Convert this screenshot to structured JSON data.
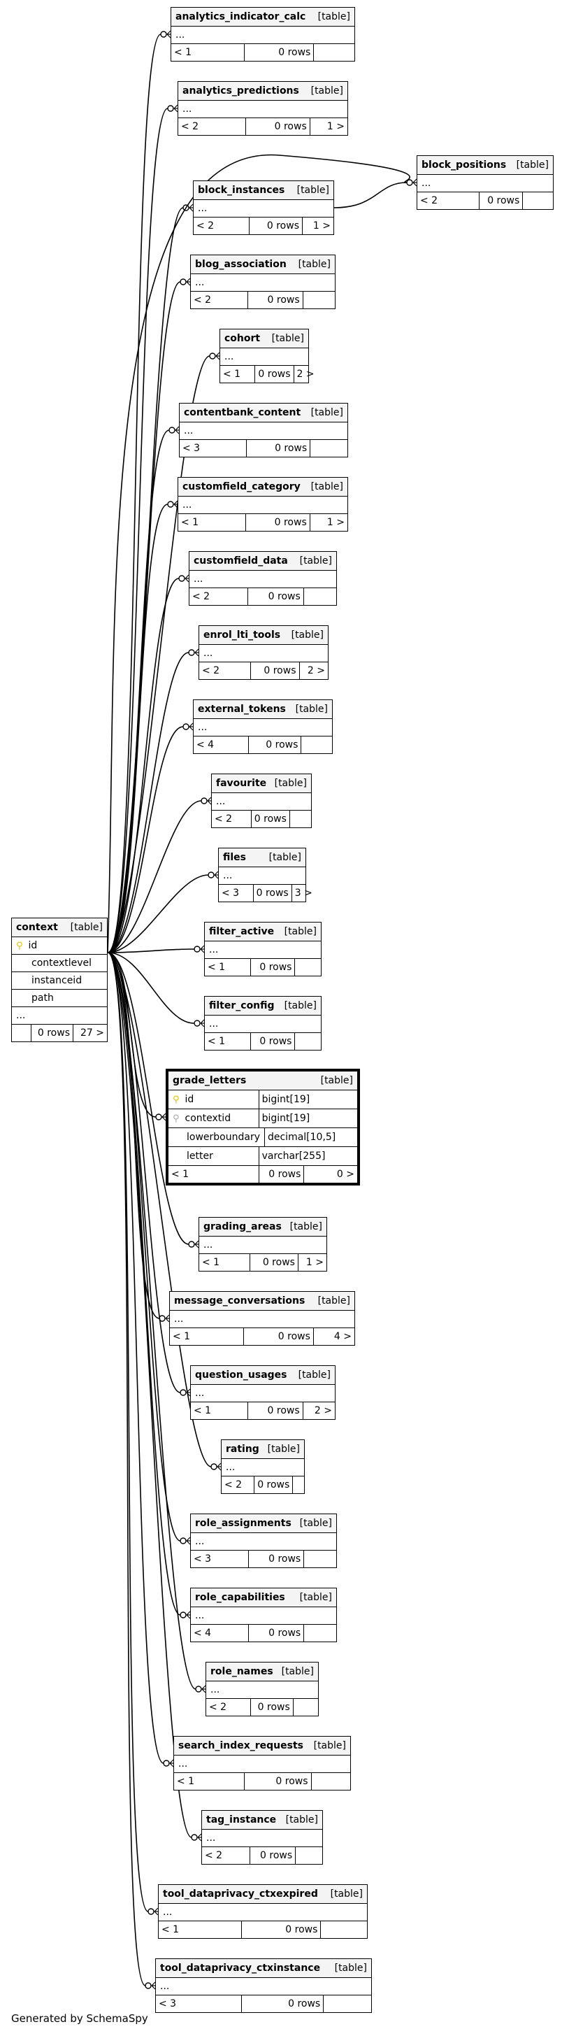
{
  "diagram": {
    "generated_by": "Generated by SchemaSpy",
    "context": {
      "name": "context",
      "type": "[table]",
      "columns": [
        "id",
        "contextlevel",
        "instanceid",
        "path"
      ],
      "ellipsis": "...",
      "footer": [
        "",
        "0 rows",
        "27 >"
      ]
    },
    "grade_letters": {
      "name": "grade_letters",
      "type": "[table]",
      "columns": [
        {
          "name": "id",
          "type": "bigint[19]"
        },
        {
          "name": "contextid",
          "type": "bigint[19]"
        },
        {
          "name": "lowerboundary",
          "type": "decimal[10,5]"
        },
        {
          "name": "letter",
          "type": "varchar[255]"
        }
      ],
      "footer": [
        "< 1",
        "0 rows",
        "0 >"
      ]
    },
    "block_positions": {
      "name": "block_positions",
      "type": "[table]",
      "ellipsis": "...",
      "footer": [
        "< 2",
        "0 rows",
        ""
      ]
    },
    "tables": [
      {
        "name": "analytics_indicator_calc",
        "type": "[table]",
        "ellipsis": "...",
        "footer": [
          "< 1",
          "0 rows",
          ""
        ]
      },
      {
        "name": "analytics_predictions",
        "type": "[table]",
        "ellipsis": "...",
        "footer": [
          "< 2",
          "0 rows",
          "1 >"
        ]
      },
      {
        "name": "block_instances",
        "type": "[table]",
        "ellipsis": "...",
        "footer": [
          "< 2",
          "0 rows",
          "1 >"
        ]
      },
      {
        "name": "blog_association",
        "type": "[table]",
        "ellipsis": "...",
        "footer": [
          "< 2",
          "0 rows",
          ""
        ]
      },
      {
        "name": "cohort",
        "type": "[table]",
        "ellipsis": "...",
        "footer": [
          "< 1",
          "0 rows",
          "2 >"
        ]
      },
      {
        "name": "contentbank_content",
        "type": "[table]",
        "ellipsis": "...",
        "footer": [
          "< 3",
          "0 rows",
          ""
        ]
      },
      {
        "name": "customfield_category",
        "type": "[table]",
        "ellipsis": "...",
        "footer": [
          "< 1",
          "0 rows",
          "1 >"
        ]
      },
      {
        "name": "customfield_data",
        "type": "[table]",
        "ellipsis": "...",
        "footer": [
          "< 2",
          "0 rows",
          ""
        ]
      },
      {
        "name": "enrol_lti_tools",
        "type": "[table]",
        "ellipsis": "...",
        "footer": [
          "< 2",
          "0 rows",
          "2 >"
        ]
      },
      {
        "name": "external_tokens",
        "type": "[table]",
        "ellipsis": "...",
        "footer": [
          "< 4",
          "0 rows",
          ""
        ]
      },
      {
        "name": "favourite",
        "type": "[table]",
        "ellipsis": "...",
        "footer": [
          "< 2",
          "0 rows",
          ""
        ]
      },
      {
        "name": "files",
        "type": "[table]",
        "ellipsis": "...",
        "footer": [
          "< 3",
          "0 rows",
          "3 >"
        ]
      },
      {
        "name": "filter_active",
        "type": "[table]",
        "ellipsis": "...",
        "footer": [
          "< 1",
          "0 rows",
          ""
        ]
      },
      {
        "name": "filter_config",
        "type": "[table]",
        "ellipsis": "...",
        "footer": [
          "< 1",
          "0 rows",
          ""
        ]
      },
      {
        "name": "grading_areas",
        "type": "[table]",
        "ellipsis": "...",
        "footer": [
          "< 1",
          "0 rows",
          "1 >"
        ]
      },
      {
        "name": "message_conversations",
        "type": "[table]",
        "ellipsis": "...",
        "footer": [
          "< 1",
          "0 rows",
          "4 >"
        ]
      },
      {
        "name": "question_usages",
        "type": "[table]",
        "ellipsis": "...",
        "footer": [
          "< 1",
          "0 rows",
          "2 >"
        ]
      },
      {
        "name": "rating",
        "type": "[table]",
        "ellipsis": "...",
        "footer": [
          "< 2",
          "0 rows",
          ""
        ]
      },
      {
        "name": "role_assignments",
        "type": "[table]",
        "ellipsis": "...",
        "footer": [
          "< 3",
          "0 rows",
          ""
        ]
      },
      {
        "name": "role_capabilities",
        "type": "[table]",
        "ellipsis": "...",
        "footer": [
          "< 4",
          "0 rows",
          ""
        ]
      },
      {
        "name": "role_names",
        "type": "[table]",
        "ellipsis": "...",
        "footer": [
          "< 2",
          "0 rows",
          ""
        ]
      },
      {
        "name": "search_index_requests",
        "type": "[table]",
        "ellipsis": "...",
        "footer": [
          "< 1",
          "0 rows",
          ""
        ]
      },
      {
        "name": "tag_instance",
        "type": "[table]",
        "ellipsis": "...",
        "footer": [
          "< 2",
          "0 rows",
          ""
        ]
      },
      {
        "name": "tool_dataprivacy_ctxexpired",
        "type": "[table]",
        "ellipsis": "...",
        "footer": [
          "< 1",
          "0 rows",
          ""
        ]
      },
      {
        "name": "tool_dataprivacy_ctxinstance",
        "type": "[table]",
        "ellipsis": "...",
        "footer": [
          "< 3",
          "0 rows",
          ""
        ]
      }
    ]
  }
}
